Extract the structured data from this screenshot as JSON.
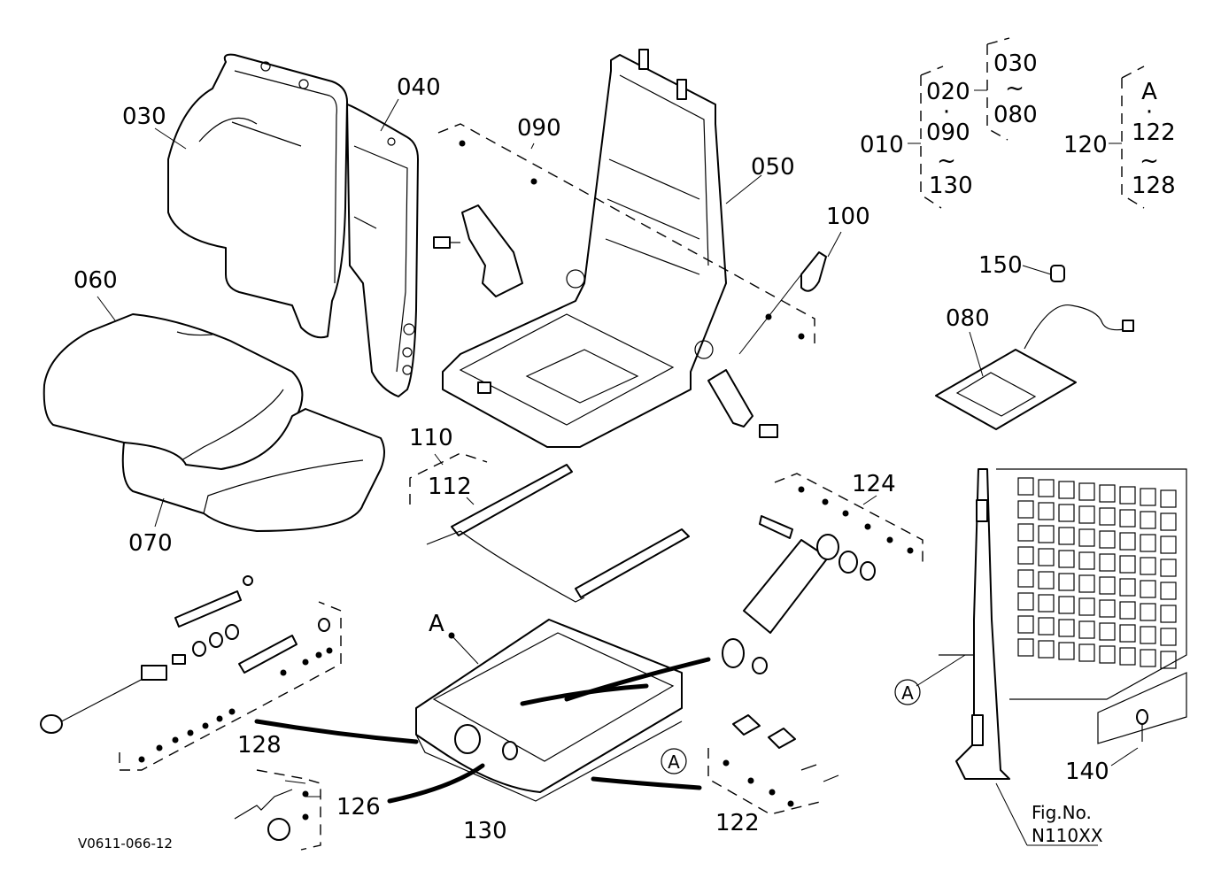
{
  "diagram": {
    "type": "exploded-parts-diagram",
    "subject": "Operator seat assembly",
    "doc_code": "V0611-066-12",
    "figure": {
      "label": "Fig.No.",
      "number": "N110XX"
    },
    "callouts": {
      "c030": "030",
      "c040": "040",
      "c050": "050",
      "c060": "060",
      "c070": "070",
      "c080": "080",
      "c090": "090",
      "c100": "100",
      "c110": "110",
      "c112": "112",
      "c122": "122",
      "c124": "124",
      "c126": "126",
      "c128": "128",
      "c130": "130",
      "c140": "140",
      "c150": "150",
      "refA1": "A",
      "refA2": "A",
      "refA3": "A"
    },
    "legend_010": {
      "parent": "010",
      "items": [
        "020",
        "·",
        "090",
        "~",
        "130"
      ],
      "sub_parent": "020",
      "sub_items": [
        "030",
        "~",
        "080"
      ]
    },
    "legend_120": {
      "parent": "120",
      "items": [
        "A",
        "·",
        "122",
        "~",
        "128"
      ]
    }
  }
}
